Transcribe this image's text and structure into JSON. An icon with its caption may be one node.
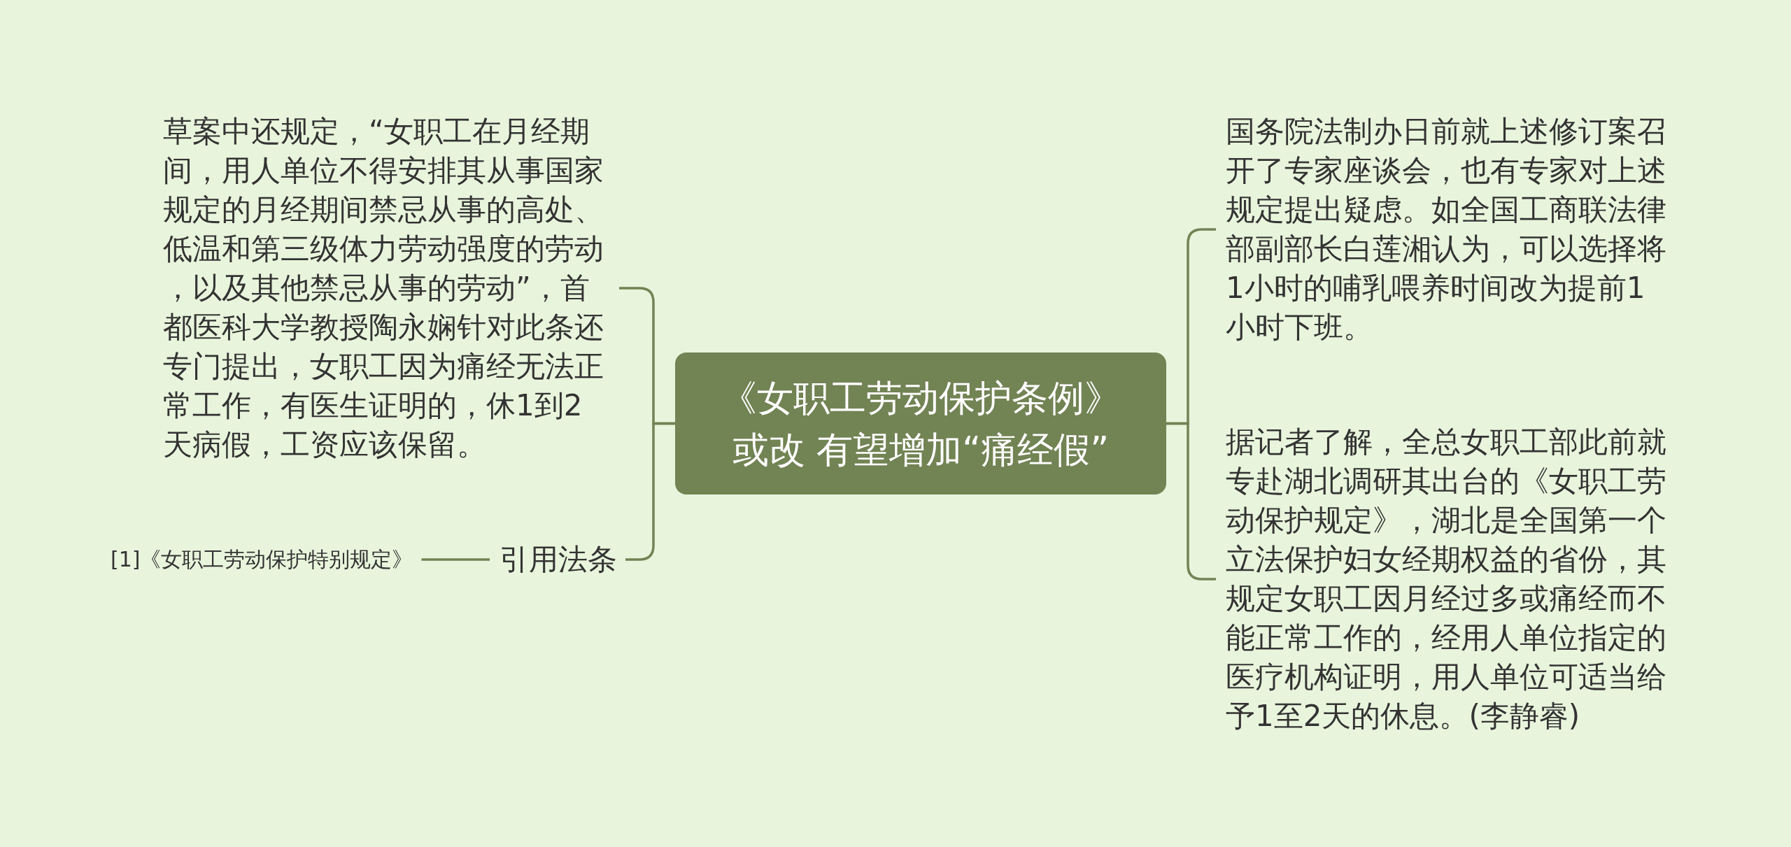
{
  "diagram": {
    "nodes": [
      {
        "text": [
          "《女职工劳动保护条例》或改 有望增加“痛经假”"
        ]
      },
      {
        "text": [
          "草案中还规定，“女职工在月经期间，用人单位不得安排其从事国家规定的月经期间禁忌从事的高处、低温和第三级体力劳动强度的劳动，以及其他禁忌从事的劳动”，首都医科大学教授陶永娴针对此条还专门提出，女职工因为痛经无法正常工作，有医生证明的，休1到2天病假，工资应该保留。"
        ]
      },
      {
        "text": [
          "引用法条"
        ]
      },
      {
        "text": [
          "[1]《女职工劳动保护特别规定》"
        ]
      },
      {
        "text": [
          "国务院法制办日前就上述修订案召开了专家座谈会，也有专家对上述规定提出疑虑。如全国工商联法律部副部长白莲湘认为，可以选择将1小时的哺乳喂养时间改为提前1小时下班。"
        ]
      },
      {
        "text": [
          "据记者了解，全总女职工部此前就专赴湖北调研其出台的《女职工劳动保护规定》，湖北是全国第一个立法保护妇女经期权益的省份，其规定女职工因月经过多或痛经而不能正常工作的，经用人单位指定的医疗机构证明，用人单位可适当给予1至2天的休息。(李静睿)"
        ]
      }
    ],
    "edges": [
      {
        "from": 0,
        "to": 1,
        "arrow": "none"
      },
      {
        "from": 0,
        "to": 2,
        "arrow": "none"
      },
      {
        "from": 2,
        "to": 3,
        "arrow": "none"
      },
      {
        "from": 0,
        "to": 4,
        "arrow": "none"
      },
      {
        "from": 0,
        "to": 5,
        "arrow": "none"
      }
    ]
  }
}
